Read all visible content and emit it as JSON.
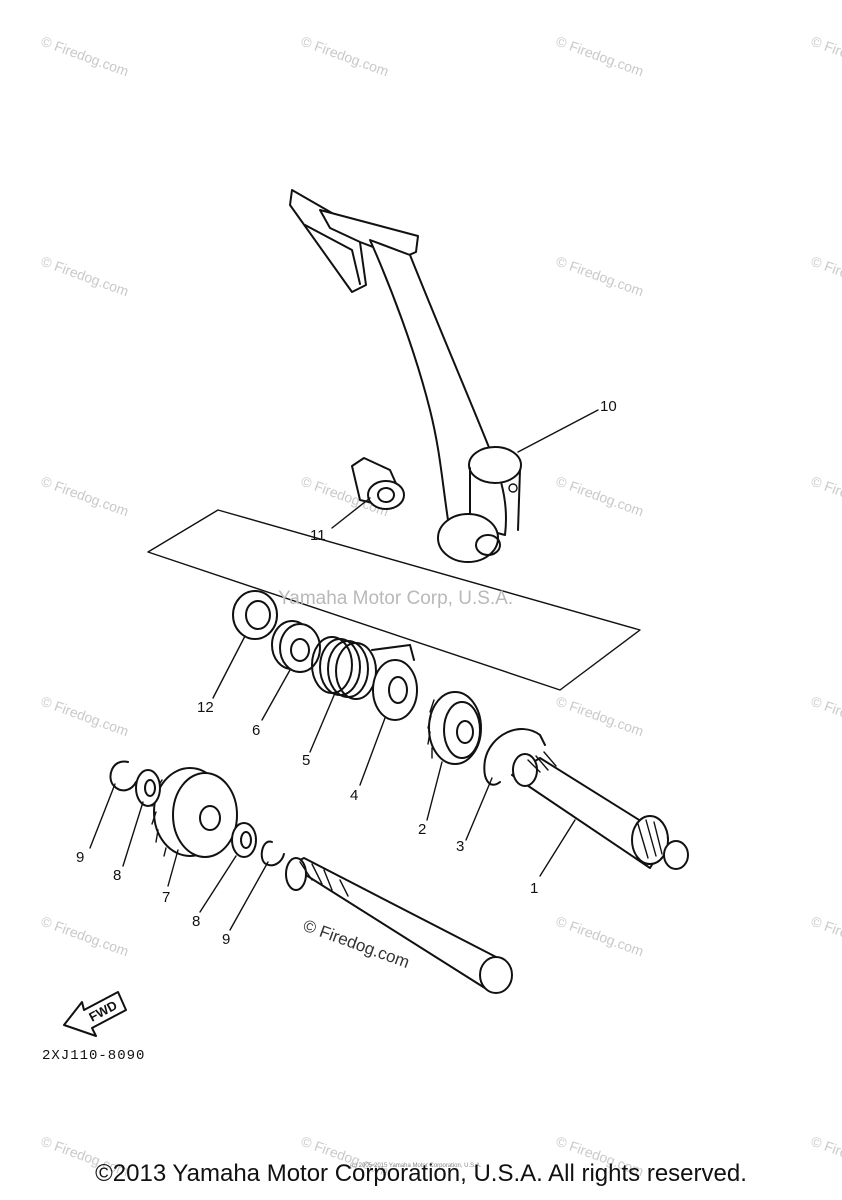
{
  "watermarks": {
    "firedog": "© Firedog.com",
    "center": "Yamaha Motor Corp, U.S.A.",
    "tiny_note": "(c) 2005-2015 Yamaha Motor Corporation, U.S.A."
  },
  "callouts": [
    "1",
    "2",
    "3",
    "4",
    "5",
    "6",
    "7",
    "8",
    "9",
    "10",
    "11",
    "12",
    "8",
    "9"
  ],
  "diagram_code": "2XJ110-8090",
  "fwd_label": "FWD",
  "copyright": "©2013 Yamaha Motor Corporation, U.S.A. All rights reserved."
}
